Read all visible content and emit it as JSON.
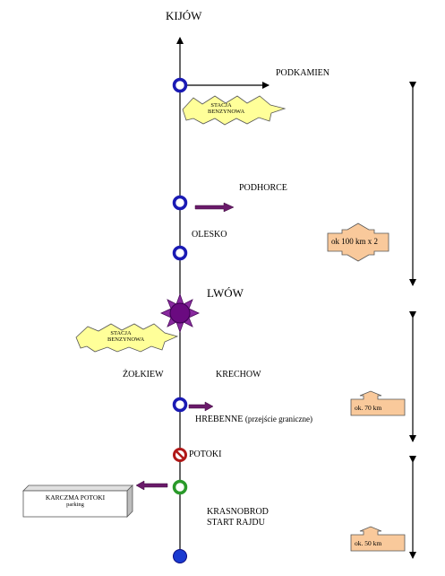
{
  "route": {
    "destination": "KIJÓW",
    "places": {
      "podkamien": "PODKAMIEN",
      "podhorce": "PODHORCE",
      "olesko": "OLESKO",
      "lwow": "LWÓW",
      "zolkiew": "ŻOŁKIEW",
      "krechow": "KRECHOW",
      "hrebenne": "HREBENNE",
      "hrebenne_note": "(przejście graniczne)",
      "potoki": "POTOKI",
      "krasnobrod": "KRASNOBROD",
      "start": "START RAJDU"
    },
    "stations": {
      "line1": "STACJA",
      "line2": "BENZYNOWA"
    },
    "karczma": {
      "name": "KARCZMA POTOKI",
      "sub": "parking"
    }
  },
  "distances": {
    "upper": "ok 100 km x 2",
    "middle": "ok. 70 km",
    "lower": "ok. 50 km"
  },
  "colors": {
    "node_blue": "#1a1ab4",
    "lwow_purple": "#6a0a80",
    "side_arrow": "#6a1a6a",
    "station_fill": "#ffff99",
    "distance_fill": "#f9c99b",
    "potoki_red": "#b01818",
    "krasnobrod_green": "#2a9a2a"
  }
}
